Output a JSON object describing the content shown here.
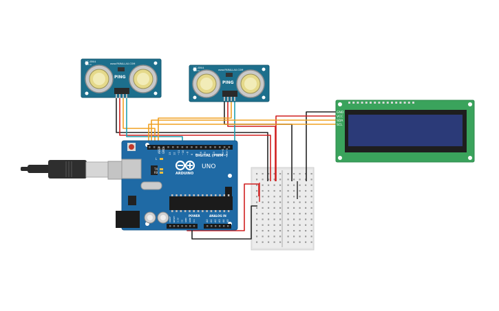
{
  "sensor1": {
    "model": "HC-SR04",
    "brand_text": "www.PARALLAX.COM",
    "ping_label": "PING",
    "rev": "REV C"
  },
  "sensor2": {
    "model": "HC-SR04",
    "brand_text": "www.PARALLAX.COM",
    "ping_label": "PING",
    "rev": "REV C"
  },
  "arduino": {
    "brand": "ARDUINO",
    "model": "UNO",
    "digital_label": "DIGITAL (PWM~)",
    "power_label": "POWER",
    "analog_label": "ANALOG IN",
    "aref_label": "AREF",
    "gnd_label": "GND",
    "tx_label": "TX",
    "rx_label": "RX",
    "l_label": "L",
    "digital_pins": [
      "13",
      "12",
      "~11",
      "~10",
      "~9",
      "8",
      "7",
      "~6",
      "~5",
      "4",
      "~3",
      "2",
      "TX→1",
      "RX←0"
    ],
    "power_pins": [
      "IOREF",
      "RESET",
      "3.3V",
      "5V",
      "GND",
      "GND",
      "Vin"
    ],
    "analog_pins": [
      "A0",
      "A1",
      "A2",
      "A3",
      "A4",
      "A5"
    ]
  },
  "lcd": {
    "pins": [
      "GND",
      "VCC",
      "SDA",
      "SCL"
    ]
  },
  "colors": {
    "pcb_blue": "#1f6aa5",
    "sensor_teal": "#1d6f8c",
    "lcd_green": "#3aa35c",
    "lcd_screen": "#2b3a78",
    "wire_red": "#d01f1f",
    "wire_black": "#222222",
    "wire_orange": "#f0a020",
    "wire_teal": "#1f9fb0"
  }
}
